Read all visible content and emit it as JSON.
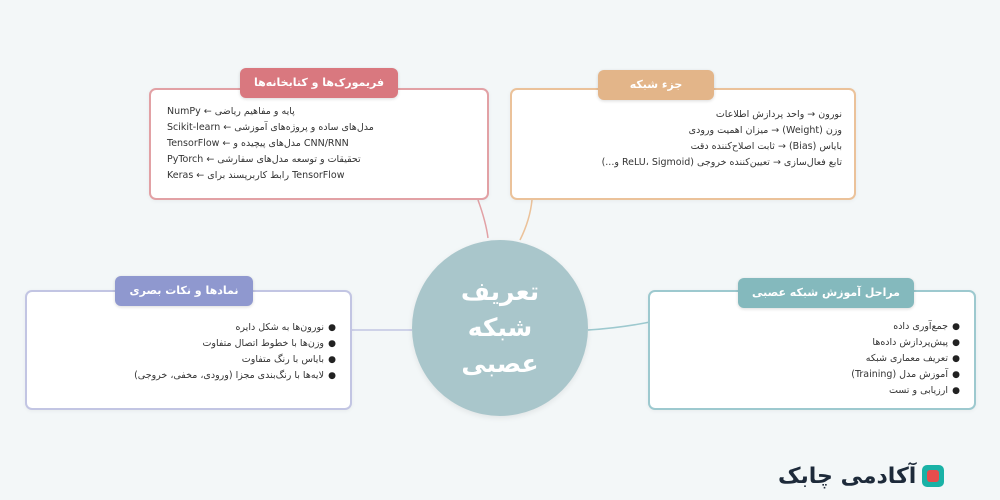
{
  "center": {
    "title": "تعریف شبکه عصبی"
  },
  "frameworks": {
    "label": "فریمورک‌ها و کتابخانه‌ها",
    "items": [
      "NumPy ← پایه و مفاهیم ریاضی",
      "Scikit-learn ← مدل‌های ساده و پروژه‌های آموزشی",
      "TensorFlow ← مدل‌های پیچیده و CNN/RNN",
      "PyTorch ← تحقیقات و توسعه مدل‌های سفارشی",
      "Keras ← رابط کاربرپسند برای TensorFlow"
    ]
  },
  "parts": {
    "label": "جزء شبکه",
    "items": [
      "نورون → واحد پردازش اطلاعات",
      "وزن (Weight) → میزان اهمیت ورودی",
      "بایاس (Bias) → ثابت اصلاح‌کننده دقت",
      "تابع فعال‌سازی → تعیین‌کننده خروجی (ReLU، Sigmoid و...)"
    ]
  },
  "symbols": {
    "label": "نمادها و نکات بصری",
    "items": [
      "نورون‌ها به شکل دایره",
      "وزن‌ها با خطوط اتصال متفاوت",
      "بایاس با رنگ متفاوت",
      "لایه‌ها با رنگ‌بندی مجزا (ورودی، مخفی، خروجی)"
    ]
  },
  "training": {
    "label": "مراحل آموزش شبکه عصبی",
    "items": [
      "جمع‌آوری داده",
      "پیش‌پردازش داده‌ها",
      "تعریف معماری شبکه",
      "آموزش مدل (Training)",
      "ارزیابی و تست"
    ]
  },
  "logo": {
    "text": "آکادمی چابک"
  },
  "colors": {
    "center": "#a9c6cb",
    "frameworks": "#d9787f",
    "parts": "#e3b589",
    "symbols": "#8f98cf",
    "training": "#84b9bd"
  }
}
